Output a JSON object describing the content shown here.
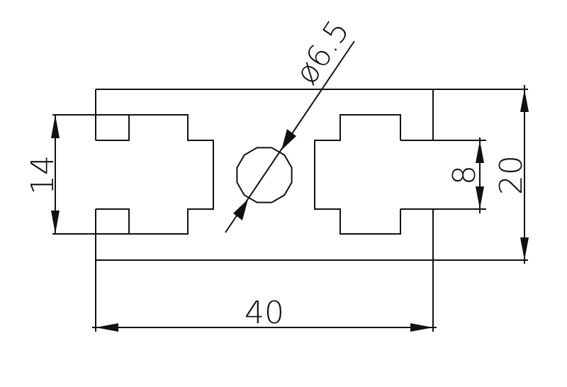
{
  "drawing": {
    "dimensions": {
      "width": "40",
      "height": "20",
      "slot_width": "14",
      "slot_opening": "8",
      "hole_diameter": "ø6.5"
    },
    "line_color": "#111111",
    "background": "#ffffff"
  }
}
